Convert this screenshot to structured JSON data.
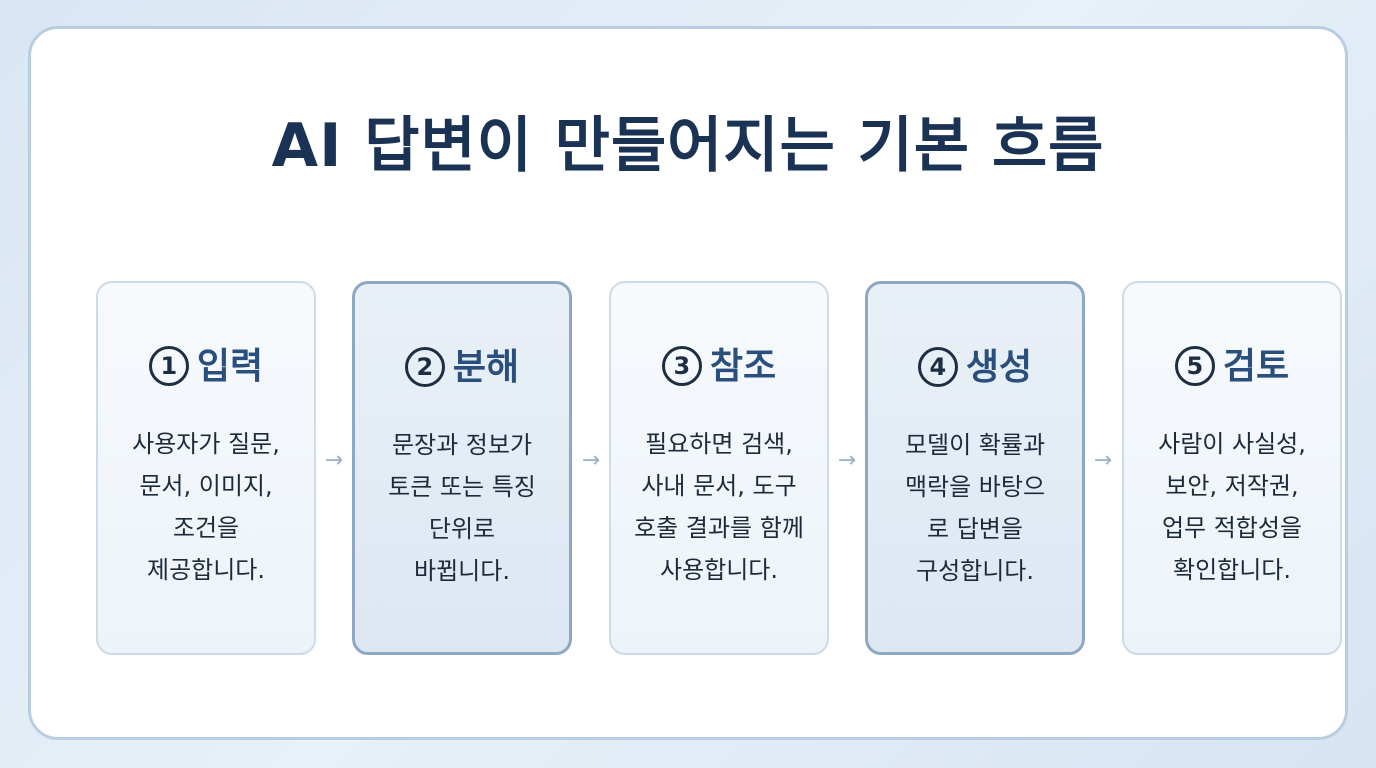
{
  "title": "AI 답변이 만들어지는 기본 흐름",
  "steps": [
    {
      "num": "1",
      "name": "입력",
      "lines": [
        "사용자가 질문,",
        "문서, 이미지,",
        "조건을",
        "제공합니다."
      ]
    },
    {
      "num": "2",
      "name": "분해",
      "lines": [
        "문장과 정보가",
        "토큰 또는 특징",
        "단위로",
        "바뀝니다."
      ]
    },
    {
      "num": "3",
      "name": "참조",
      "lines": [
        "필요하면 검색,",
        "사내 문서, 도구",
        "호출 결과를 함께",
        "사용합니다."
      ]
    },
    {
      "num": "4",
      "name": "생성",
      "lines": [
        "모델이 확률과",
        "맥락을 바탕으",
        "로 답변을",
        "구성합니다."
      ]
    },
    {
      "num": "5",
      "name": "검토",
      "lines": [
        "사람이 사실성,",
        "보안, 저작권,",
        "업무 적합성을",
        "확인합니다."
      ]
    }
  ],
  "arrow_symbol": "→"
}
